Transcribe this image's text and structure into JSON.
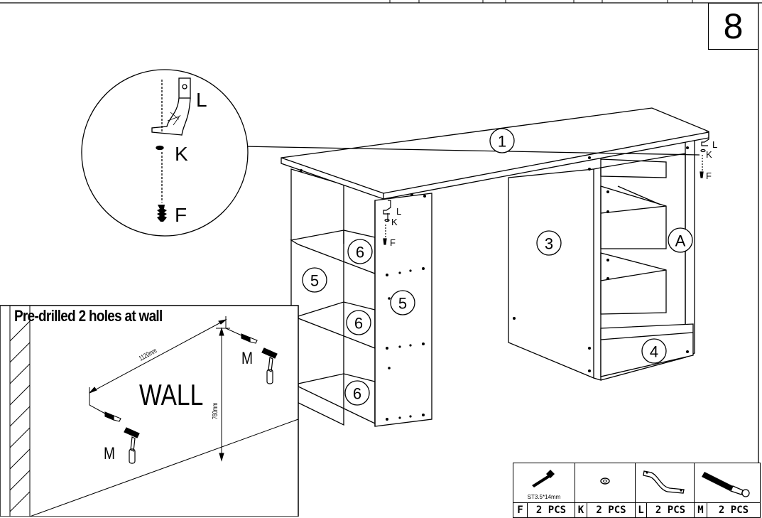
{
  "step_number": "8",
  "callouts": {
    "top": "1",
    "side_panel": "3",
    "door": "A",
    "drawer_front": "4",
    "shelf_upper": "6",
    "shelf_middle": "6",
    "shelf_lower": "6",
    "side_outer": "5",
    "side_inner": "5"
  },
  "hardware_labels": {
    "detail_l": "L",
    "detail_k": "K",
    "detail_f": "F",
    "left_l": "L",
    "left_k": "K",
    "left_f": "F",
    "right_l": "L",
    "right_k": "K",
    "right_f": "F"
  },
  "wall_inset": {
    "title": "Pre-drilled 2 holes at wall",
    "wall_label": "WALL",
    "horizontal_dimension": "1120mm",
    "vertical_dimension": "760mm",
    "left_anchor_label": "M",
    "right_anchor_label": "M"
  },
  "parts_list": [
    {
      "code": "F",
      "qty": "2 PCS",
      "spec": "ST3.5*14mm",
      "icon": "screw-icon"
    },
    {
      "code": "K",
      "qty": "2 PCS",
      "spec": "",
      "icon": "washer-icon"
    },
    {
      "code": "L",
      "qty": "2 PCS",
      "spec": "",
      "icon": "bracket-icon"
    },
    {
      "code": "M",
      "qty": "2 PCS",
      "spec": "",
      "icon": "wall-plug-icon"
    }
  ]
}
